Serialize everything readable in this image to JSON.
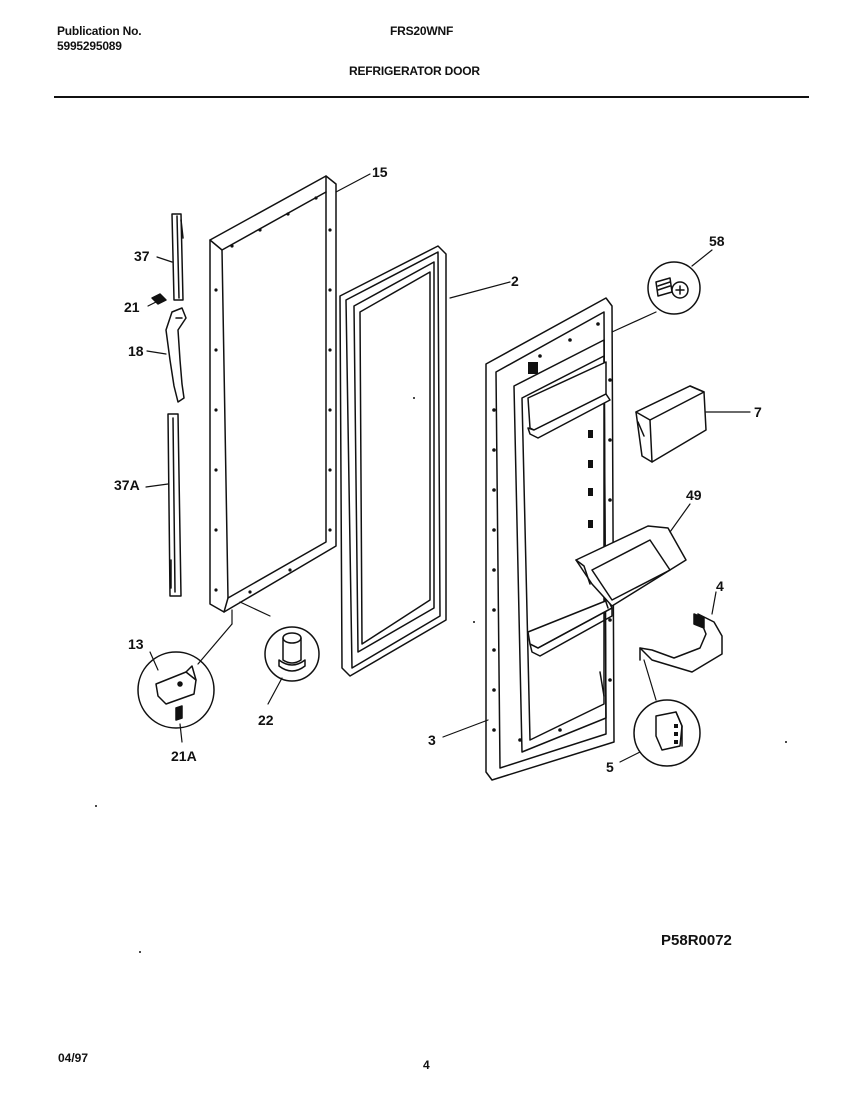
{
  "header": {
    "publication_label": "Publication No.",
    "publication_number": "5995295089",
    "model": "FRS20WNF",
    "section_title": "REFRIGERATOR DOOR"
  },
  "callouts": {
    "c15": "15",
    "c2": "2",
    "c58": "58",
    "c37": "37",
    "c21": "21",
    "c18": "18",
    "c37A": "37A",
    "c7": "7",
    "c49": "49",
    "c4": "4",
    "c13": "13",
    "c22": "22",
    "c21A": "21A",
    "c3": "3",
    "c5": "5"
  },
  "footer": {
    "diagram_code": "P58R0072",
    "date": "04/97",
    "page_number": "4"
  }
}
